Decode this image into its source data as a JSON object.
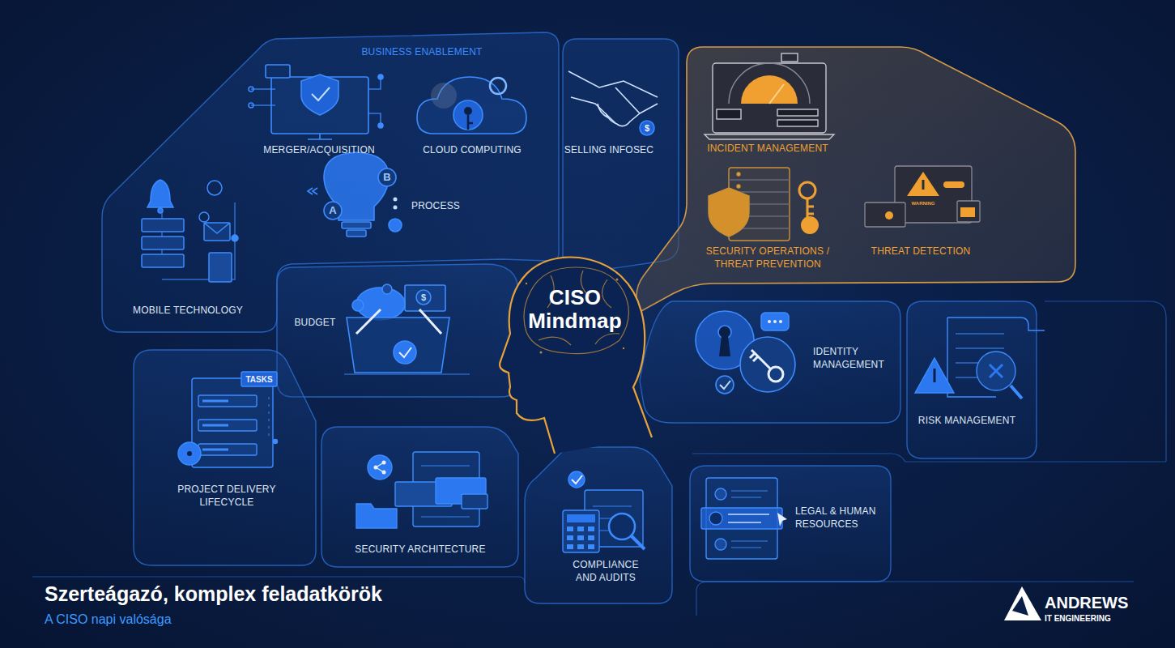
{
  "diagram": {
    "title": "Szerteágazó, komplex feladatkörök",
    "caption": "A CISO napi valósága",
    "nodes": [
      {
        "text": [
          "BUSINESS ENABLEMENT"
        ]
      },
      {
        "text": [
          "MERGER/ACQUISITION"
        ],
        "in": 0
      },
      {
        "text": [
          "CLOUD COMPUTING"
        ],
        "in": 0
      },
      {
        "text": [
          "PROCESS"
        ],
        "in": 0
      },
      {
        "text": [
          "MOBILE TECHNOLOGY"
        ],
        "in": 0
      },
      {
        "text": [
          "SELLING INFOSEC"
        ]
      },
      {
        "text": [
          "INCIDENT MANAGEMENT"
        ]
      },
      {
        "text": [
          "CISO Mindmap"
        ]
      },
      {
        "text": [
          "SECURITY OPERATIONS / THREAT PREVENTION"
        ]
      },
      {
        "text": [
          "THREAT DETECTION"
        ]
      },
      {
        "text": [
          "BUDGET"
        ]
      },
      {
        "text": [
          "IDENTITY MANAGEMENT"
        ]
      },
      {
        "text": [
          "RISK MANAGEMENT"
        ]
      },
      {
        "text": [
          "PROJECT DELIVERY LIFECYCLE"
        ]
      },
      {
        "text": [
          "SECURITY ARCHITECTURE"
        ]
      },
      {
        "text": [
          "COMPLIANCE AND AUDITS"
        ]
      },
      {
        "text": [
          "LEGAL & HUMAN RESOURCES"
        ]
      }
    ],
    "labels": [
      "A",
      "B",
      "$",
      "$",
      "TASKS",
      "WARNING",
      "ANDREWS",
      "IT ENGINEERING"
    ]
  }
}
